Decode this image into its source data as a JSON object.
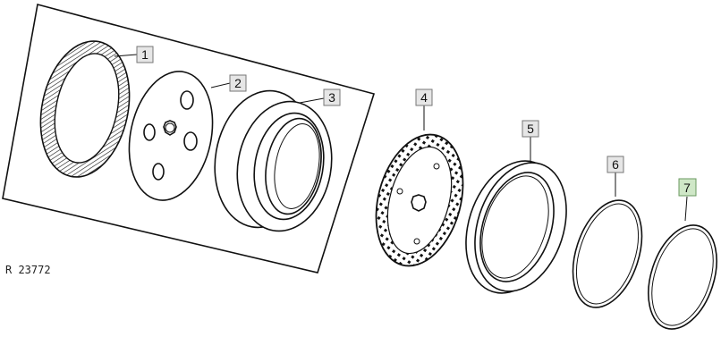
{
  "reference_code": "R 23772",
  "callouts": [
    {
      "id": "1",
      "highlight": false
    },
    {
      "id": "2",
      "highlight": false
    },
    {
      "id": "3",
      "highlight": false
    },
    {
      "id": "4",
      "highlight": false
    },
    {
      "id": "5",
      "highlight": false
    },
    {
      "id": "6",
      "highlight": false
    },
    {
      "id": "7",
      "highlight": true
    }
  ],
  "colors": {
    "ink": "#111111",
    "label_box": "#e6e6e6",
    "label_box_highlight": "#cfe7c7"
  }
}
